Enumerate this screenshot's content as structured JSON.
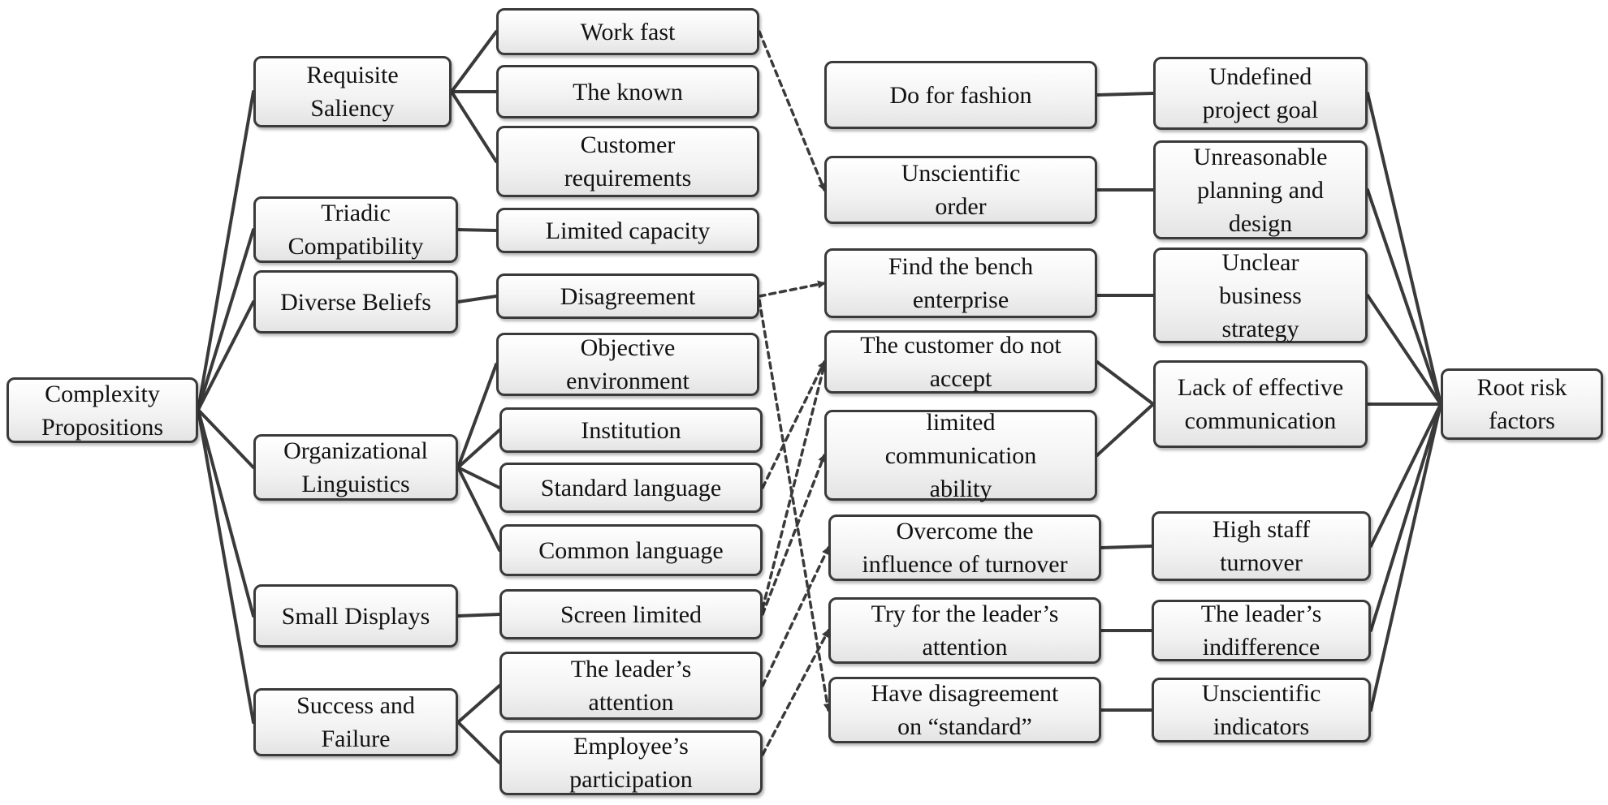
{
  "nodes": {
    "root": "Complexity\nPropositions",
    "c_requisite_saliency": "Requisite\nSaliency",
    "c_triadic_compatibility": "Triadic\nCompatibility",
    "c_diverse_beliefs": "Diverse Beliefs",
    "c_organizational_linguistics": "Organizational\nLinguistics",
    "c_small_displays": "Small Displays",
    "c_success_failure": "Success and\nFailure",
    "s_work_fast": "Work fast",
    "s_the_known": "The known",
    "s_customer_requirements": "Customer\nrequirements",
    "s_limited_capacity": "Limited capacity",
    "s_disagreement": "Disagreement",
    "s_objective_environment": "Objective\nenvironment",
    "s_institution": "Institution",
    "s_standard_language": "Standard language",
    "s_common_language": "Common language",
    "s_screen_limited": "Screen limited",
    "s_leaders_attention": "The leader’s\nattention",
    "s_employees_participation": "Employee’s\nparticipation",
    "m_do_for_fashion": "Do for fashion",
    "m_unscientific_order": "Unscientific\norder",
    "m_find_bench": "Find the bench\nenterprise",
    "m_customer_not_accept": "The customer do not\naccept",
    "m_limited_communication": "limited\ncommunication\nability",
    "m_overcome_turnover": "Overcome the\ninfluence of turnover",
    "m_try_leaders_attention": "Try for the leader’s\nattention",
    "m_disagreement_standard": "Have disagreement\non “standard”",
    "f_undefined_goal": "Undefined\nproject goal",
    "f_unreasonable_planning": "Unreasonable\nplanning and\ndesign",
    "f_unclear_strategy": "Unclear\nbusiness\nstrategy",
    "f_lack_communication": "Lack of effective\ncommunication",
    "f_high_turnover": "High staff\nturnover",
    "f_leaders_indifference": "The leader’s\nindifference",
    "f_unscientific_indicators": "Unscientific\nindicators",
    "end": "Root risk\nfactors"
  },
  "colors": {
    "node_border": "#3a3a3a",
    "line": "#3a3a3a",
    "dashed_line": "#3a3a3a",
    "text": "#111111"
  }
}
